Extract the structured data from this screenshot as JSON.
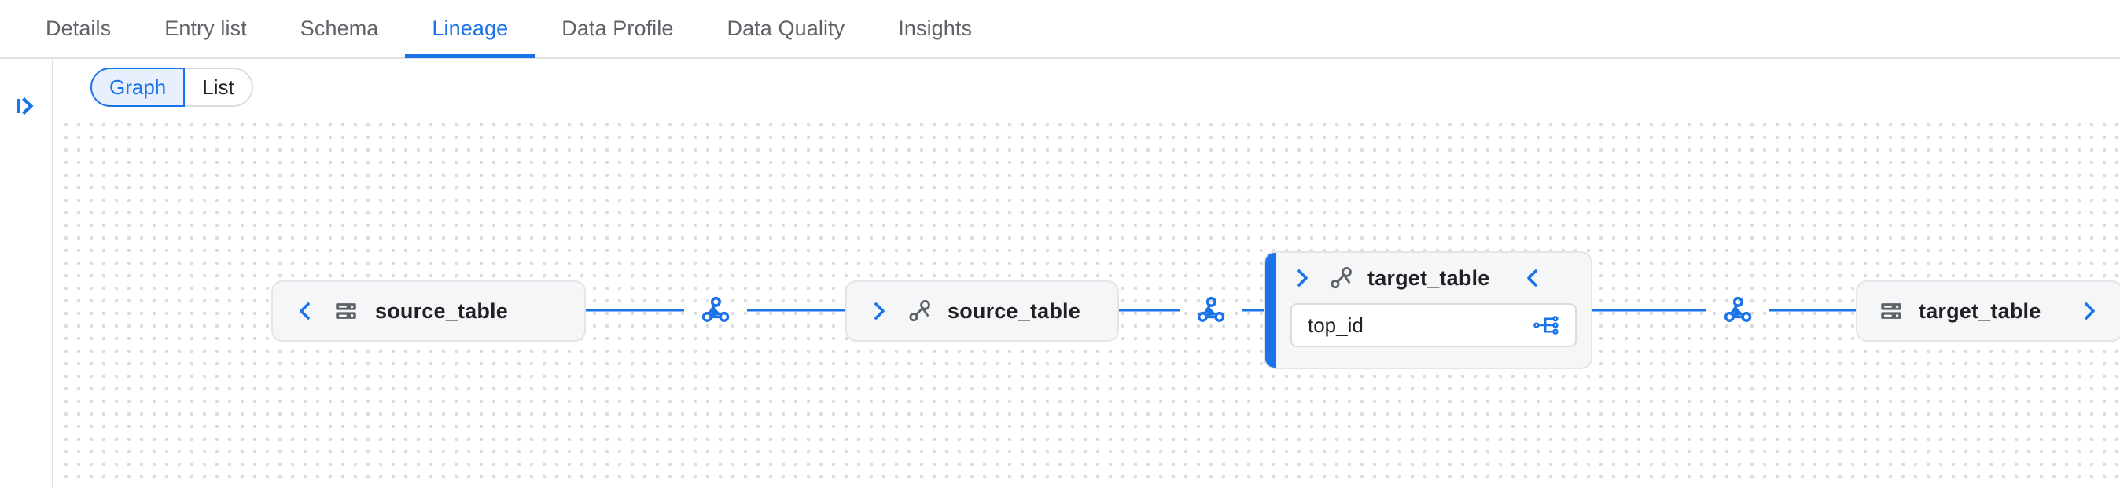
{
  "tabs": [
    {
      "label": "Details",
      "active": false
    },
    {
      "label": "Entry list",
      "active": false
    },
    {
      "label": "Schema",
      "active": false
    },
    {
      "label": "Lineage",
      "active": true
    },
    {
      "label": "Data Profile",
      "active": false
    },
    {
      "label": "Data Quality",
      "active": false
    },
    {
      "label": "Insights",
      "active": false
    }
  ],
  "rail": {
    "toggle_icon": "expand-panel-icon"
  },
  "toolbar": {
    "view_toggle": {
      "graph_label": "Graph",
      "list_label": "List",
      "selected": "Graph"
    }
  },
  "graph": {
    "nodes": [
      {
        "id": "node-source-table-1",
        "label": "source_table",
        "icon": "database-icon",
        "expand_icon": "chevron-left-icon",
        "expand_side": "left",
        "selected": false
      },
      {
        "id": "node-source-table-2",
        "label": "source_table",
        "icon": "lineage-icon",
        "expand_icon": "chevron-right-icon",
        "expand_side": "left",
        "selected": false
      },
      {
        "id": "node-target-table-selected",
        "label": "target_table",
        "icon": "lineage-icon",
        "expand_icon": "chevron-right-icon",
        "collapse_icon": "chevron-left-icon",
        "selected": true,
        "columns": [
          {
            "name": "top_id",
            "icon": "column-lineage-icon"
          }
        ]
      },
      {
        "id": "node-target-table-end",
        "label": "target_table",
        "icon": "database-icon",
        "expand_icon": "chevron-right-icon",
        "expand_side": "right",
        "selected": false
      }
    ],
    "connectors": [
      {
        "id": "connector-1",
        "icon": "process-hub-icon"
      },
      {
        "id": "connector-2",
        "icon": "process-hub-icon"
      },
      {
        "id": "connector-3",
        "icon": "process-hub-icon"
      }
    ]
  },
  "colors": {
    "accent": "#1a73e8",
    "node_fill": "#f5f6f7",
    "node_border": "#e3e5e8",
    "text": "#202124",
    "muted_text": "#5f6368",
    "icon_gray": "#5f6368",
    "grid_dot": "#dadce0"
  }
}
